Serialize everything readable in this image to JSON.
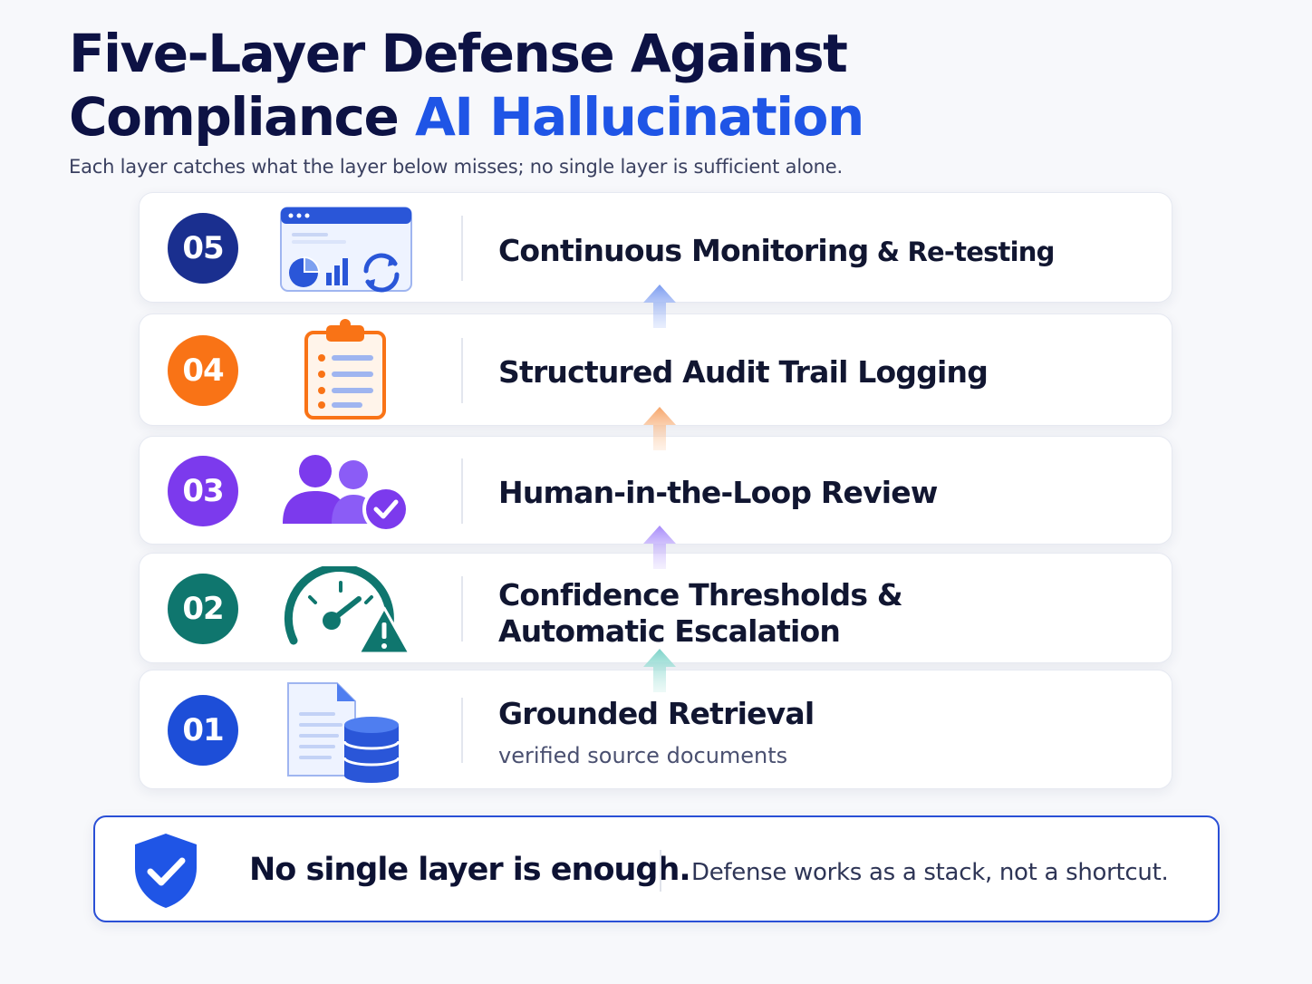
{
  "title": {
    "line1": "Five-Layer Defense Against",
    "line2_prefix": "Compliance ",
    "line2_accent": "AI Hallucination"
  },
  "subtitle": "Each layer catches what the layer below misses; no single layer is sufficient alone.",
  "layers": [
    {
      "number": "05",
      "label_main": "Continuous Monitoring",
      "label_suffix": " & Re-testing",
      "icon": "monitoring-dashboard-icon",
      "color": "#1a2f8f"
    },
    {
      "number": "04",
      "label": "Structured Audit Trail Logging",
      "icon": "clipboard-checklist-icon",
      "color": "#f97316"
    },
    {
      "number": "03",
      "label": "Human-in-the-Loop Review",
      "icon": "reviewers-check-icon",
      "color": "#7c3aed"
    },
    {
      "number": "02",
      "label_line1": "Confidence Thresholds &",
      "label_line2": "Automatic Escalation",
      "icon": "gauge-warning-icon",
      "color": "#0f766e"
    },
    {
      "number": "01",
      "label": "Grounded Retrieval",
      "sublabel": "verified source documents",
      "icon": "document-database-icon",
      "color": "#1d4ed8"
    }
  ],
  "footer": {
    "main": "No single layer is enough.",
    "sub": "Defense works as a stack, not a shortcut.",
    "icon": "shield-check-icon"
  },
  "colors": {
    "accent": "#1f55e6",
    "title": "#0d1244",
    "arrow_05": "#7c9cf0",
    "arrow_04": "#f6a66b",
    "arrow_03": "#a78bfa",
    "arrow_02": "#7dd3c9"
  }
}
